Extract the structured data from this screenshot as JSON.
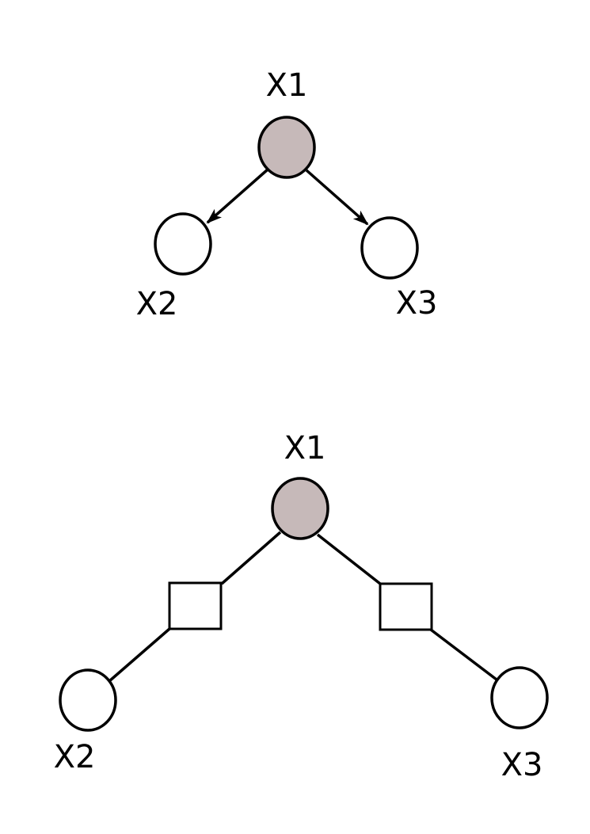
{
  "colors": {
    "observed_fill": "#c6b9b9",
    "hidden_fill": "#ffffff",
    "stroke": "#000000"
  },
  "directed_graph": {
    "nodes": [
      {
        "id": "X1",
        "label": "X1",
        "observed": true
      },
      {
        "id": "X2",
        "label": "X2",
        "observed": false
      },
      {
        "id": "X3",
        "label": "X3",
        "observed": false
      }
    ],
    "edges": [
      {
        "from": "X1",
        "to": "X2",
        "directed": true
      },
      {
        "from": "X1",
        "to": "X3",
        "directed": true
      }
    ]
  },
  "factor_graph": {
    "nodes": [
      {
        "id": "X1",
        "label": "X1",
        "observed": true
      },
      {
        "id": "X2",
        "label": "X2",
        "observed": false
      },
      {
        "id": "X3",
        "label": "X3",
        "observed": false
      }
    ],
    "factors": [
      {
        "id": "f12",
        "connects": [
          "X1",
          "X2"
        ]
      },
      {
        "id": "f13",
        "connects": [
          "X1",
          "X3"
        ]
      }
    ]
  }
}
